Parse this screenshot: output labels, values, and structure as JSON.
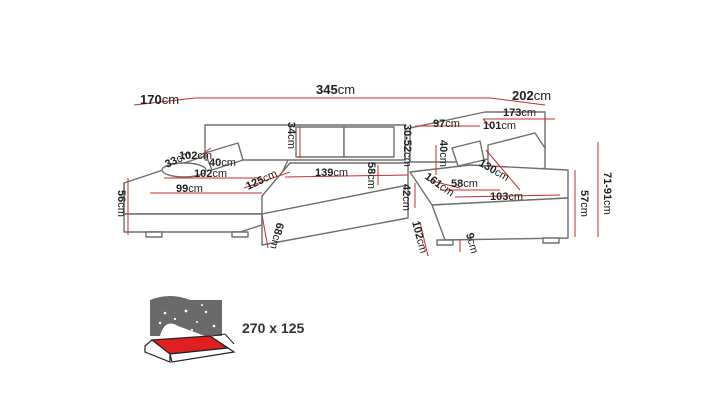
{
  "colors": {
    "outline": "#6e6e6e",
    "dimension_line": "#cc2a2a",
    "text": "#222222",
    "bed_fill": "#e02020",
    "pattern_fill": "#6a6a6a"
  },
  "dimensions": {
    "overall_width": {
      "value": "345",
      "unit": "cm"
    },
    "left_depth": {
      "value": "170",
      "unit": "cm"
    },
    "right_depth": {
      "value": "202",
      "unit": "cm"
    },
    "right_inner_depth": {
      "value": "173",
      "unit": "cm"
    },
    "armrest_width": {
      "value": "101",
      "unit": "cm"
    },
    "right_back_width": {
      "value": "97",
      "unit": "cm"
    },
    "headrest_height": {
      "value": "30-52",
      "unit": "cm"
    },
    "back_cushion_height": {
      "value": "34",
      "unit": "cm"
    },
    "pillow_right_width": {
      "value": "40",
      "unit": "cm"
    },
    "pillow_left_width": {
      "value": "40",
      "unit": "cm"
    },
    "left_chaise_width": {
      "value": "102",
      "unit": "cm"
    },
    "left_arm_depth": {
      "value": "33",
      "unit": "cm"
    },
    "left_seat_width": {
      "value": "102",
      "unit": "cm"
    },
    "left_seat_front": {
      "value": "99",
      "unit": "cm"
    },
    "left_corner": {
      "value": "125",
      "unit": "cm"
    },
    "center_seat": {
      "value": "139",
      "unit": "cm"
    },
    "center_depth": {
      "value": "58",
      "unit": "cm"
    },
    "seat_height": {
      "value": "42",
      "unit": "cm"
    },
    "right_corner": {
      "value": "161",
      "unit": "cm"
    },
    "right_seat_depth": {
      "value": "58",
      "unit": "cm"
    },
    "right_arm_depth": {
      "value": "130",
      "unit": "cm"
    },
    "right_seat_front": {
      "value": "103",
      "unit": "cm"
    },
    "overall_height": {
      "value": "71-91",
      "unit": "cm"
    },
    "back_height": {
      "value": "57",
      "unit": "cm"
    },
    "left_height": {
      "value": "56",
      "unit": "cm"
    },
    "left_front_depth": {
      "value": "68",
      "unit": "cm"
    },
    "right_front_depth": {
      "value": "102",
      "unit": "cm"
    },
    "leg_height": {
      "value": "9",
      "unit": "cm"
    }
  },
  "bed": {
    "label": "270 x 125"
  }
}
